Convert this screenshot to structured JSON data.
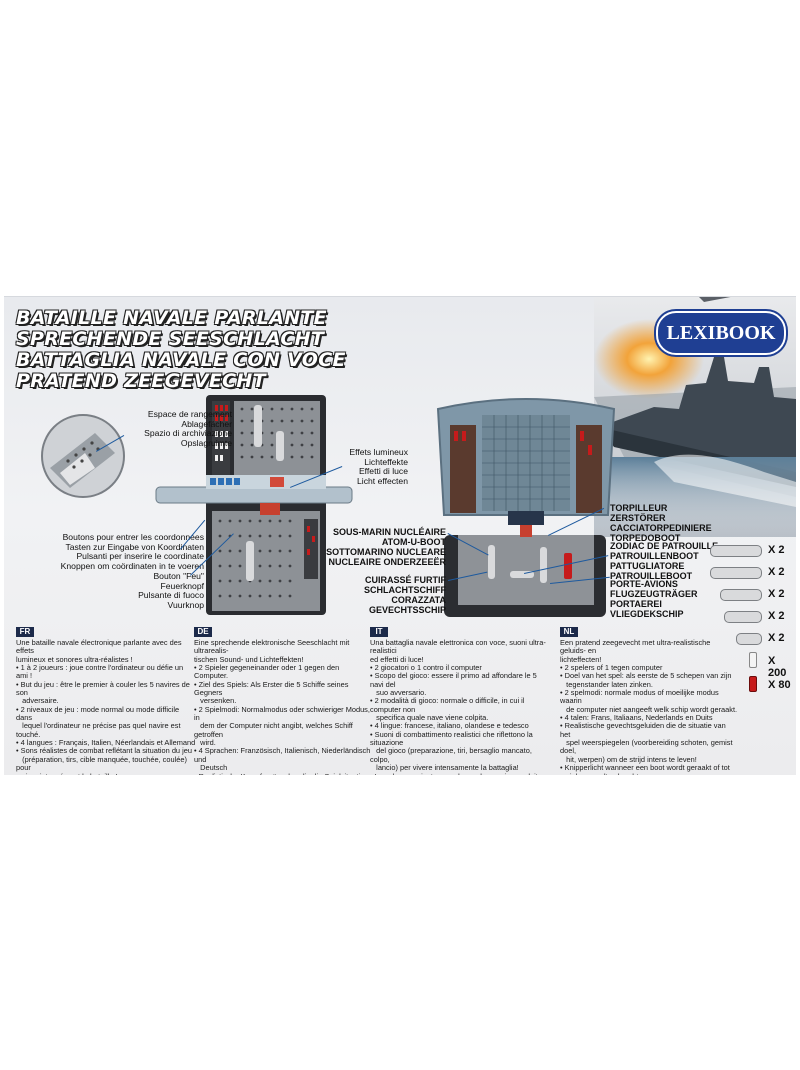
{
  "titles": [
    "BATAILLE NAVALE PARLANTE",
    "SPRECHENDE SEESCHLACHT",
    "BATTAGLIA NAVALE CON VOCE",
    "PRATEND ZEEGEVECHT"
  ],
  "brand": "LEXIBOOK",
  "callouts": {
    "storage": [
      "Espace de rangement",
      "Ablagefächer",
      "Spazio di archiviazione",
      "Opslagruimte"
    ],
    "lights": [
      "Effets lumineux",
      "Lichteffekte",
      "Effetti di luce",
      "Licht effecten"
    ],
    "coords": [
      "Boutons pour entrer les coordonnées",
      "Tasten zur Eingabe von Koordinaten",
      "Pulsanti per inserire le coordinate",
      "Knoppen om coördinaten in te voeren"
    ],
    "fire": [
      "Bouton \"Feu\"",
      "Feuerknopf",
      "Pulsante di fuoco",
      "Vuurknop"
    ],
    "submarine": [
      "SOUS-MARIN NUCLÉAIRE",
      "ATOM-U-BOOT",
      "SOTTOMARINO NUCLEARE",
      "NUCLEAIRE ONDERZEEËR"
    ],
    "battleship": [
      "CUIRASSÉ FURTIF",
      "SCHLACHTSCHIFF",
      "CORAZZATA",
      "GEVECHTSSCHIP"
    ],
    "destroyer": [
      "TORPILLEUR",
      "ZERSTÖRER",
      "CACCIATORPEDINIERE",
      "TORPEDOBOOT"
    ],
    "patrol": [
      "ZODIAC DE PATROUILLE",
      "PATROUILLENBOOT",
      "PATTUGLIATORE",
      "PATROUILLEBOOT"
    ],
    "carrier": [
      "PORTE-AVIONS",
      "FLUGZEUGTRÄGER",
      "PORTAEREI",
      "VLIEGDEKSCHIP"
    ]
  },
  "contents": [
    {
      "qty": "X 2"
    },
    {
      "qty": "X 2"
    },
    {
      "qty": "X 2"
    },
    {
      "qty": "X 2"
    },
    {
      "qty": "X 2"
    },
    {
      "qty": "X 200"
    },
    {
      "qty": "X 80"
    }
  ],
  "colors": {
    "pin_white": "#f4f4f4",
    "pin_red": "#c61b1b",
    "code_bg": "#1c2a4a",
    "accent_line": "#1e5a9e",
    "logo_bg": "#1f3f93"
  },
  "lang": {
    "fr": {
      "code": "FR",
      "text": "Une bataille navale électronique parlante avec des effets\nlumineux et sonores ultra-réalistes !\n• 1 à 2 joueurs : joue contre l'ordinateur ou défie un ami !\n• But du jeu : être le premier à couler les 5 navires de son\n   adversaire.\n• 2 niveaux de jeu : mode normal ou mode difficile dans\n   lequel l'ordinateur ne précise pas quel navire est touché.\n• 4 langues : Français, Italien, Néerlandais et Allemand\n• Sons réalistes de combat reflétant la situation du jeu\n   (préparation, tirs, cible manquée, touchée, coulée) pour\n   vivre intensément la bataille !\n• Lumière clignotante quand un bateau est touché ou coulé\n• Arrêt automatique.\n• Espace de rangement sous les grilles océan\n• La boîte contient\n   1 x cloison verticale\n   1 x plateau de jeu\n10 bateaux en plastique, 80 pions rouges, 200 pions blancs\net un manuel d'instruction"
    },
    "de": {
      "code": "DE",
      "text": "Eine sprechende elektronische Seeschlacht mit ultrarealis-\ntischen Sound- und Lichteffekten!\n• 2 Spieler gegeneinander oder 1 gegen den Computer.\n• Ziel des Spiels: Als Erster die 5 Schiffe seines Gegners\n   versenken.\n• 2 Spielmodi: Normalmodus oder schwieriger Modus, in\n   dem der Computer nicht angibt, welches Schiff getroffen\n   wird.\n• 4 Sprachen: Französisch, Italienisch, Niederländisch und\n   Deutsch\n• Realistische Kampfgeräusche, die die Spielsituation\n   widerspiegeln (Vorbereitung, Schüsse, verfehltes Ziel,\n   Treffer, Wurf), um den Kampf intensiv zu erleben!\n• Blinkendes Licht, wenn ein Boot getroffen oder versenkt\n   wird.\n• Automatische Abschaltung.\n• Ablagefächer unter den Ozeangittern.\n• VERPACKUNGSINHALT: 1 x Spielsichtbarriere\n   1 x Spielbasis 10 x Plastikschiffe\n   80 x rote Stecker 200 x weiße Stecker\n   1 x Bedienungsanleitung"
    },
    "it": {
      "code": "IT",
      "text": "Una battaglia navale elettronica con voce, suoni ultra-realistici\ned effetti di luce!\n• 2 giocatori o 1 contro il computer\n• Scopo del gioco: essere il primo ad affondare le 5 navi del\n   suo avversario.\n• 2 modalità di gioco: normale o difficile, in cui il computer non\n   specifica quale nave viene colpita.\n• 4 lingue: francese, italiano, olandese e tedesco\n• Suoni di combattimento realistici che riflettono la situazione\n   del gioco (preparazione, tiri, bersaglio mancato, colpo,\n   lancio) per vivere intensamente la battaglia!\n• Luce lampeggiante quando una barca viene colpita o\n   affondata.\n• Spegnimento automatico.\n• Spazio di archiviazione sotto la griglia oceanica.\n• CONTENUTO DELLA CONFEZIONE\n   1 x barriera\n   1 x base\n   10 x navi in plastica, 80 x segnalini rossi, 200 x segnalini\n   bianchi, 1 x manuale di istruzioni"
    },
    "nl": {
      "code": "NL",
      "text": "Een pratend zeegevecht met ultra-realistische geluids- en\nlichteffecten!\n• 2 spelers of 1 tegen computer\n• Doel van het spel: als eerste de 5 schepen van zijn\n   tegenstander laten zinken.\n• 2 spelmodi: normale modus of moeilijke modus waarin\n   de computer niet aangeeft welk schip wordt geraakt.\n• 4 talen: Frans, Italiaans, Nederlands en Duits\n• Realistische gevechtsgeluiden die de situatie van het\n   spel weerspiegelen (voorbereiding schoten, gemist doel,\n   hit, werpen) om de strijd intens te leven!\n• Knipperlicht wanneer een boot wordt geraakt of tot\n   zinken wordt gebracht.\n• Automatische uitschakeling.\n• Opslagruimte onder de oceaanrasters\n• IN DE VERPAKKING\n   1 x spelbarrière 1 x speldrager\n   10 x plastic schepen 80 x rode pinnen\n   200 x witte pinnen 1 x Gebruikershandleiding"
    }
  }
}
